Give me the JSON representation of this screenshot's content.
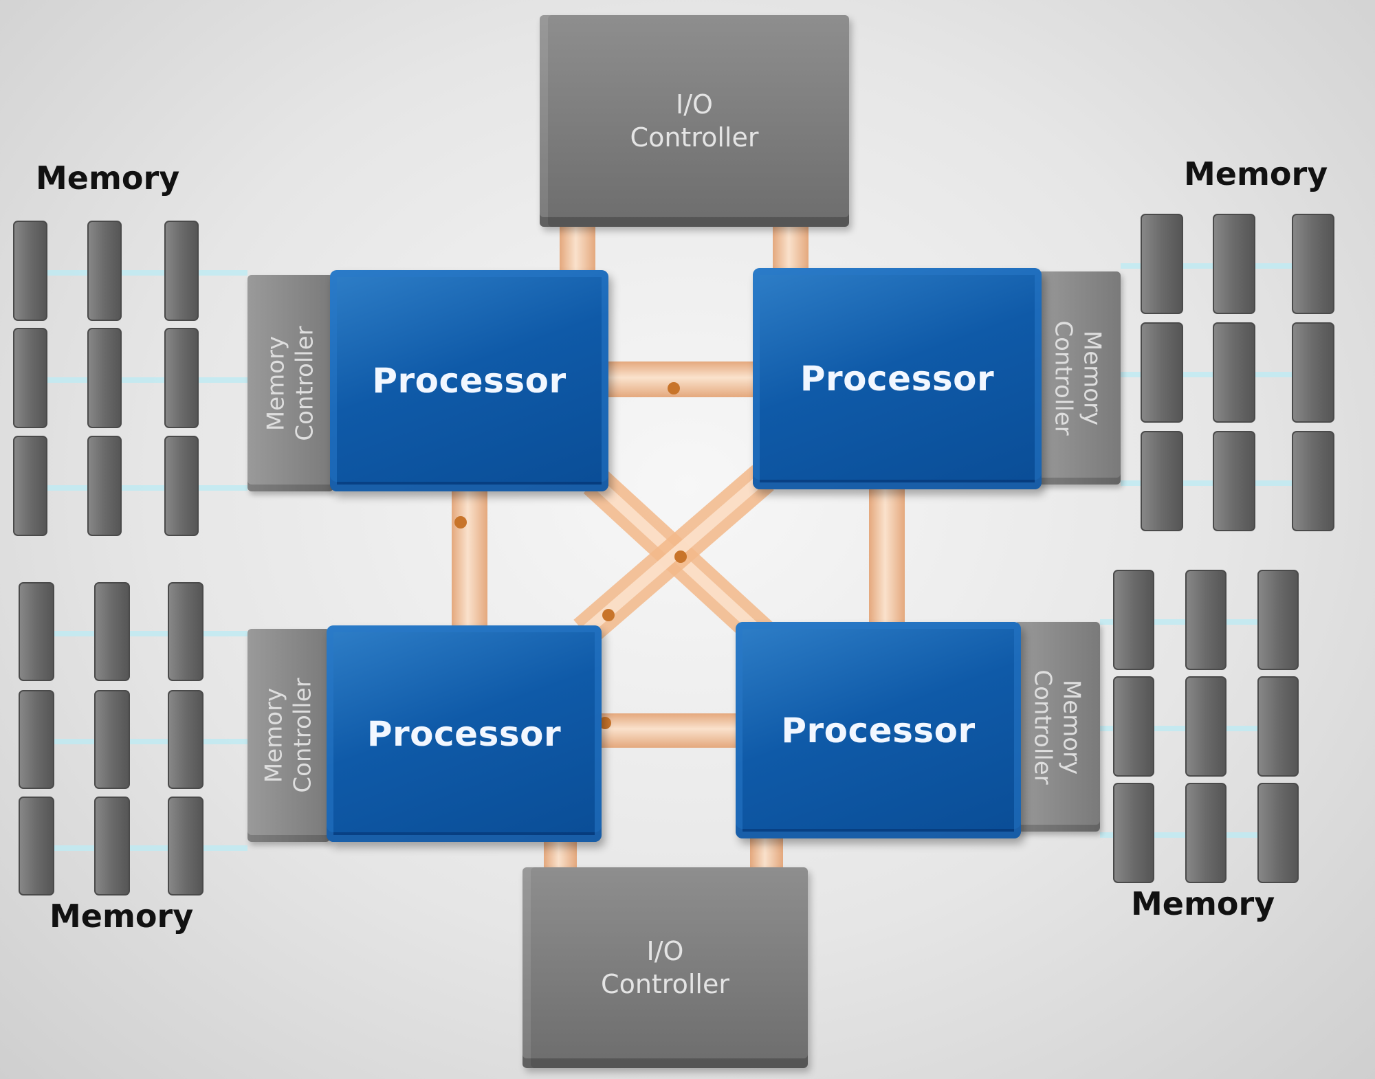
{
  "labels": {
    "io_line1": "I/O",
    "io_line2": "Controller",
    "processor": "Processor",
    "mc_line1": "Memory",
    "mc_line2": "Controller",
    "memory": "Memory"
  },
  "colors": {
    "processor_blue": "#0f5aa8",
    "controller_gray": "#7a7a7a",
    "dimm_gray": "#6a6a6a",
    "interconnect_orange": "#f3b98a",
    "connector_cyan": "#bfeaf2"
  }
}
